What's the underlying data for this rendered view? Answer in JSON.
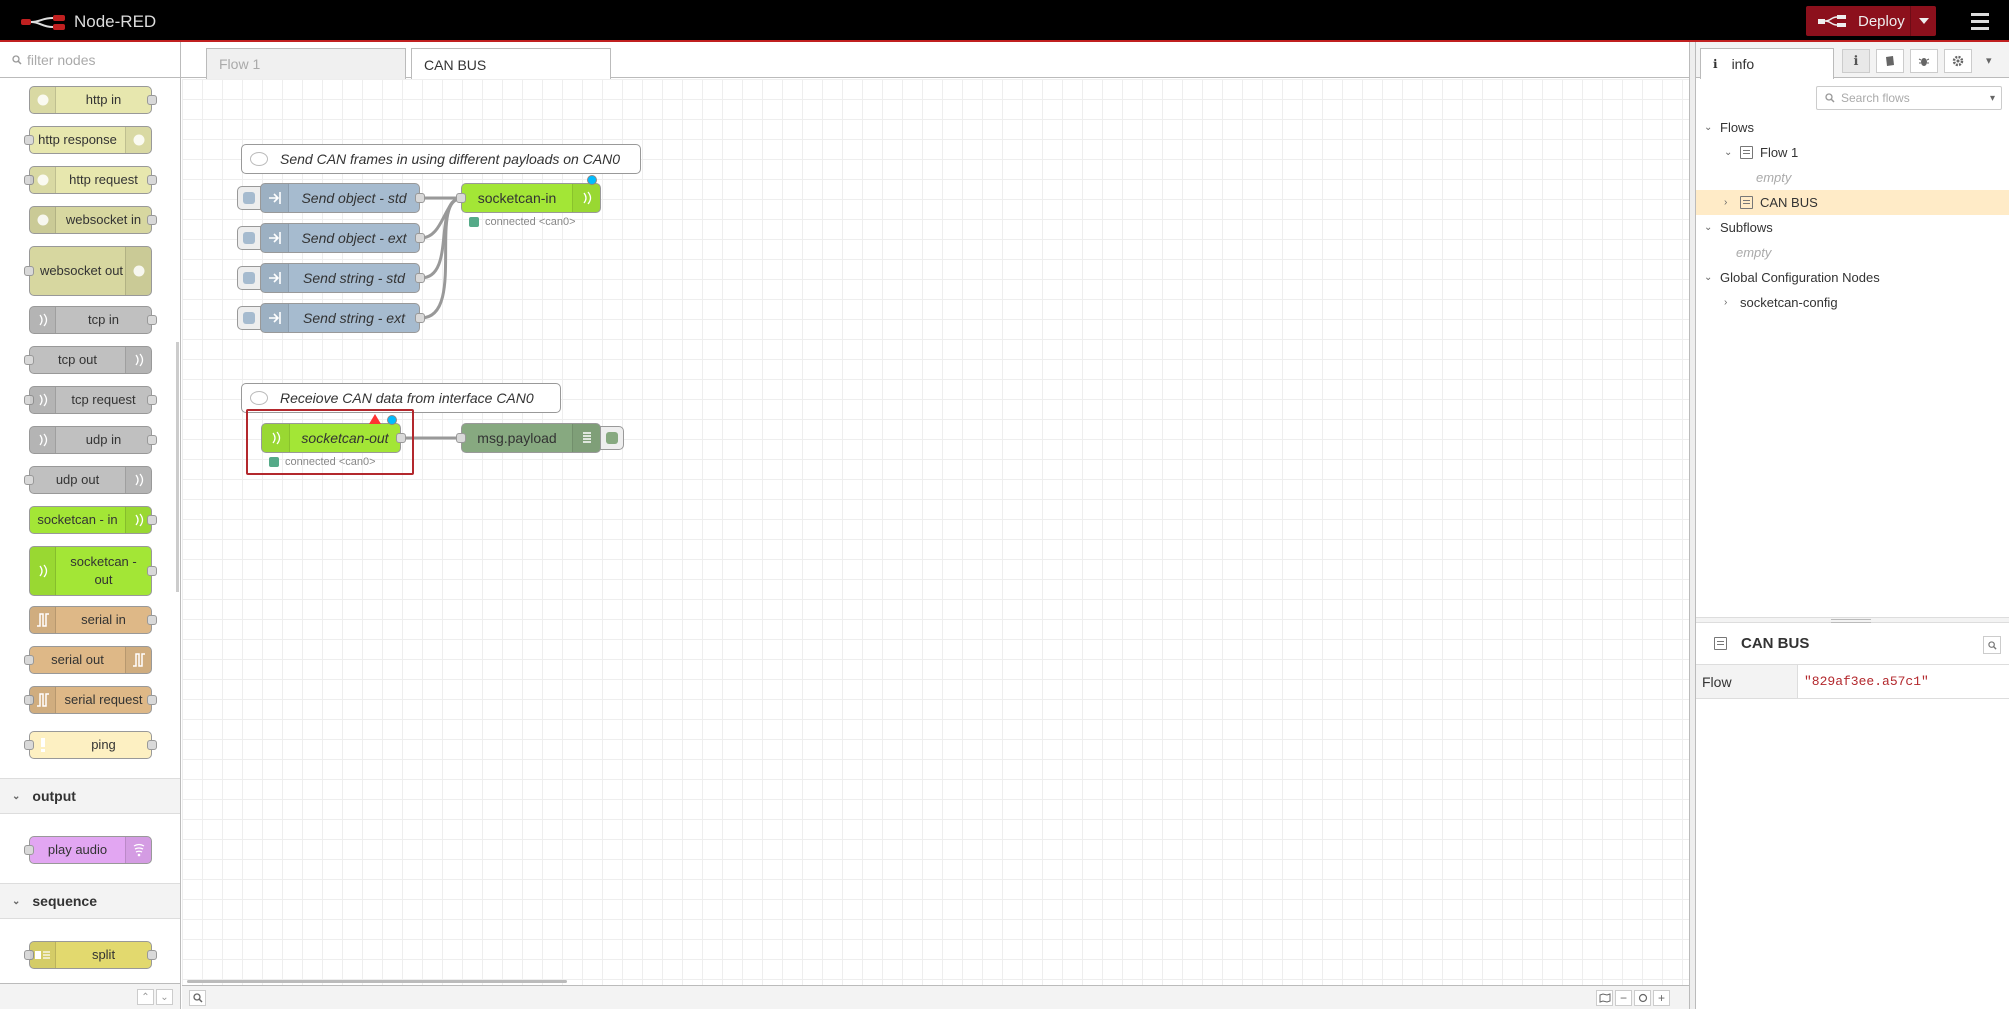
{
  "header": {
    "app_title": "Node-RED",
    "deploy_label": "Deploy"
  },
  "palette": {
    "filter_placeholder": "filter nodes",
    "nodes": [
      {
        "label": "http in"
      },
      {
        "label": "http response"
      },
      {
        "label": "http request"
      },
      {
        "label": "websocket in"
      },
      {
        "label": "websocket out"
      },
      {
        "label": "tcp in"
      },
      {
        "label": "tcp out"
      },
      {
        "label": "tcp request"
      },
      {
        "label": "udp in"
      },
      {
        "label": "udp out"
      },
      {
        "label": "socketcan - in"
      },
      {
        "label": "socketcan - out"
      },
      {
        "label": "serial in"
      },
      {
        "label": "serial out"
      },
      {
        "label": "serial request"
      },
      {
        "label": "ping"
      }
    ],
    "categories": {
      "output": "output",
      "sequence": "sequence"
    },
    "output_nodes": [
      {
        "label": "play audio"
      }
    ],
    "sequence_nodes": [
      {
        "label": "split"
      }
    ],
    "colors": {
      "network": "#c0c0c0",
      "http": "#e7e7ae",
      "socketcan": "#a3e636",
      "serial": "#deb887",
      "ping": "#fdf0c2",
      "audio": "#e2a6f2",
      "split": "#e2d96e"
    }
  },
  "workspace": {
    "tabs": [
      {
        "label": "Flow 1",
        "active": false
      },
      {
        "label": "CAN BUS",
        "active": true
      }
    ],
    "comments": {
      "send": "Send CAN frames in using different payloads on CAN0",
      "receive": "Receiove CAN data from interface CAN0"
    },
    "inject_nodes": [
      {
        "label": "Send object - std"
      },
      {
        "label": "Send object - ext"
      },
      {
        "label": "Send string - std"
      },
      {
        "label": "Send string - ext"
      }
    ],
    "socketcan_in": {
      "label": "socketcan-in",
      "status": "connected <can0>"
    },
    "socketcan_out": {
      "label": "socketcan-out",
      "status": "connected <can0>"
    },
    "debug_node": {
      "label": "msg.payload"
    },
    "colors": {
      "inject": "#a6bbcf",
      "socketcan": "#a3e636",
      "debug": "#87a980",
      "selection": "#b3282d"
    }
  },
  "sidebar": {
    "tab_label": "info",
    "search_placeholder": "Search flows",
    "tree": {
      "flows_label": "Flows",
      "flow1_label": "Flow 1",
      "flow1_empty": "empty",
      "canbus_label": "CAN BUS",
      "subflows_label": "Subflows",
      "subflows_empty": "empty",
      "global_label": "Global Configuration Nodes",
      "config_label": "socketcan-config"
    },
    "help": {
      "title": "CAN BUS",
      "prop_key": "Flow",
      "prop_value": "\"829af3ee.a57c1\""
    }
  }
}
